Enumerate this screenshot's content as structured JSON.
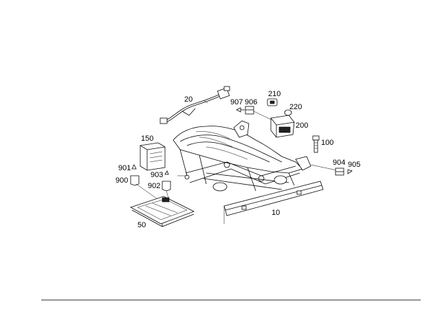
{
  "diagram": {
    "labels": {
      "p20": "20",
      "p907": "907",
      "p906": "906",
      "p210": "210",
      "p220": "220",
      "p200": "200",
      "p150": "150",
      "p100": "100",
      "p901": "901",
      "p903": "903",
      "p900": "900",
      "p902": "902",
      "p904": "904",
      "p905": "905",
      "p10": "10",
      "p50": "50"
    }
  }
}
